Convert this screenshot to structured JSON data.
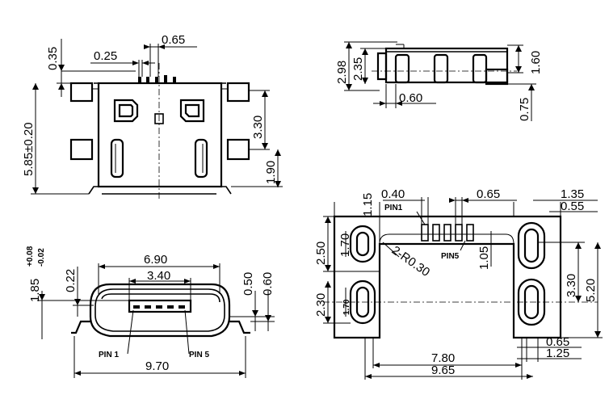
{
  "colors": {
    "line": "#000000",
    "background": "#ffffff"
  },
  "top_view": {
    "dim_pitch_top": "0.35",
    "dim_pin_width": "0.25",
    "dim_pitch": "0.65",
    "dim_height": "5.85±0.20",
    "dim_tab_spacing": "3.30",
    "dim_tab_offset": "1.90"
  },
  "side_view": {
    "dim_total": "2.98",
    "dim_body": "2.35",
    "dim_shell": "1.60",
    "dim_depth": "0.60",
    "dim_foot": "0.75"
  },
  "front_view": {
    "dim_height": "1.85",
    "dim_tol_plus": "+0.08",
    "dim_tol_minus": "-0.02",
    "dim_gap": "0.22",
    "dim_opening": "6.90",
    "dim_tongue": "3.40",
    "dim_t1": "0.50",
    "dim_t2": "0.60",
    "dim_width": "9.70",
    "pin1_label": "PIN 1",
    "pin5_label": "PIN 5"
  },
  "footprint": {
    "dim_115": "1.15",
    "dim_040": "0.40",
    "dim_065_top": "0.65",
    "dim_135": "1.35",
    "dim_055": "0.55",
    "pin1_label": "PIN1",
    "pin5_label": "PIN5",
    "radius_label": "2-R0.30",
    "dim_250": "2.50",
    "dim_170_top": "1.70",
    "dim_105": "1.05",
    "dim_330": "3.30",
    "dim_520": "5.20",
    "dim_230": "2.30",
    "dim_170_bot": "1.70",
    "dim_065_bot": "0.65",
    "dim_125": "1.25",
    "dim_780": "7.80",
    "dim_965": "9.65"
  }
}
